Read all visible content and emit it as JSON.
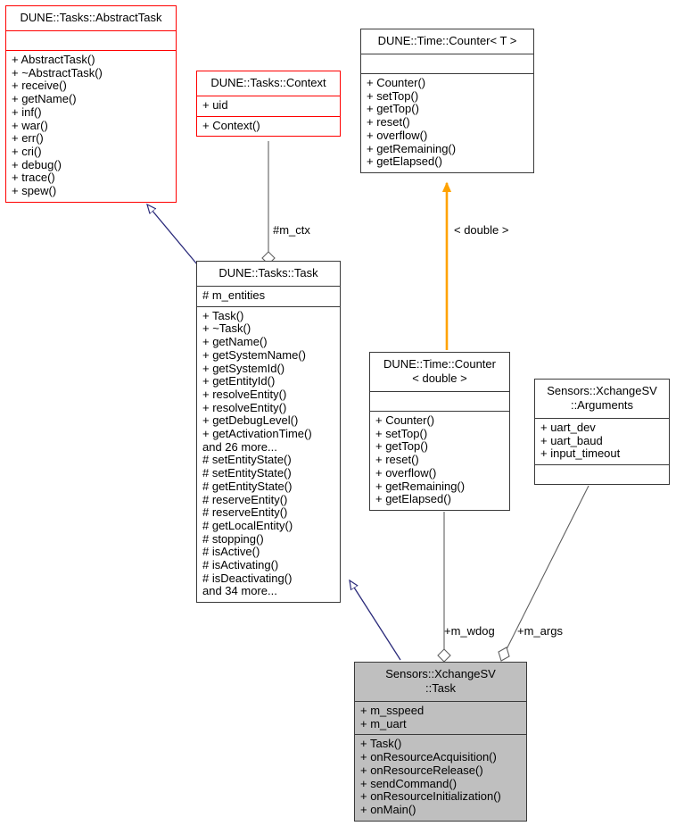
{
  "diagram": {
    "type": "uml-class-diagram",
    "background": "#ffffff",
    "colors": {
      "highlight_fill": "#bfbfbf",
      "red_border": "#ff0000",
      "black_border": "#3a3a3a",
      "inheritance_arrow": "#2a2a7a",
      "template_arrow": "#ffa200",
      "aggregation_line": "#606060"
    }
  },
  "nodes": {
    "abstract_task": {
      "name": "DUNE::Tasks::AbstractTask",
      "attributes": [],
      "operations": [
        "+ AbstractTask()",
        "+ ~AbstractTask()",
        "+ receive()",
        "+ getName()",
        "+ inf()",
        "+ war()",
        "+ err()",
        "+ cri()",
        "+ debug()",
        "+ trace()",
        "+ spew()"
      ]
    },
    "context": {
      "name": "DUNE::Tasks::Context",
      "attributes": [
        "+ uid"
      ],
      "operations": [
        "+ Context()"
      ]
    },
    "counter_t": {
      "name": "DUNE::Time::Counter< T >",
      "attributes": [],
      "operations": [
        "+ Counter()",
        "+ setTop()",
        "+ getTop()",
        "+ reset()",
        "+ overflow()",
        "+ getRemaining()",
        "+ getElapsed()"
      ]
    },
    "task": {
      "name": "DUNE::Tasks::Task",
      "attributes": [
        "# m_entities"
      ],
      "operations": [
        "+ Task()",
        "+ ~Task()",
        "+ getName()",
        "+ getSystemName()",
        "+ getSystemId()",
        "+ getEntityId()",
        "+ resolveEntity()",
        "+ resolveEntity()",
        "+ getDebugLevel()",
        "+ getActivationTime()",
        "and 26 more...",
        "# setEntityState()",
        "# setEntityState()",
        "# getEntityState()",
        "# reserveEntity()",
        "# reserveEntity()",
        "# getLocalEntity()",
        "# stopping()",
        "# isActive()",
        "# isActivating()",
        "# isDeactivating()",
        "and 34 more..."
      ]
    },
    "counter_double": {
      "name_line1": "DUNE::Time::Counter",
      "name_line2": "< double >",
      "attributes": [],
      "operations": [
        "+ Counter()",
        "+ setTop()",
        "+ getTop()",
        "+ reset()",
        "+ overflow()",
        "+ getRemaining()",
        "+ getElapsed()"
      ]
    },
    "arguments": {
      "name_line1": "Sensors::XchangeSV",
      "name_line2": "::Arguments",
      "attributes": [
        "+ uart_dev",
        "+ uart_baud",
        "+ input_timeout"
      ],
      "operations": []
    },
    "xchangesv_task": {
      "name_line1": "Sensors::XchangeSV",
      "name_line2": "::Task",
      "attributes": [
        "+ m_sspeed",
        "+ m_uart"
      ],
      "operations": [
        "+ Task()",
        "+ onResourceAcquisition()",
        "+ onResourceRelease()",
        "+ sendCommand()",
        "+ onResourceInitialization()",
        "+ onMain()"
      ]
    }
  },
  "edge_labels": {
    "m_ctx": "#m_ctx",
    "double": "< double >",
    "m_wdog": "+m_wdog",
    "m_args": "+m_args"
  }
}
